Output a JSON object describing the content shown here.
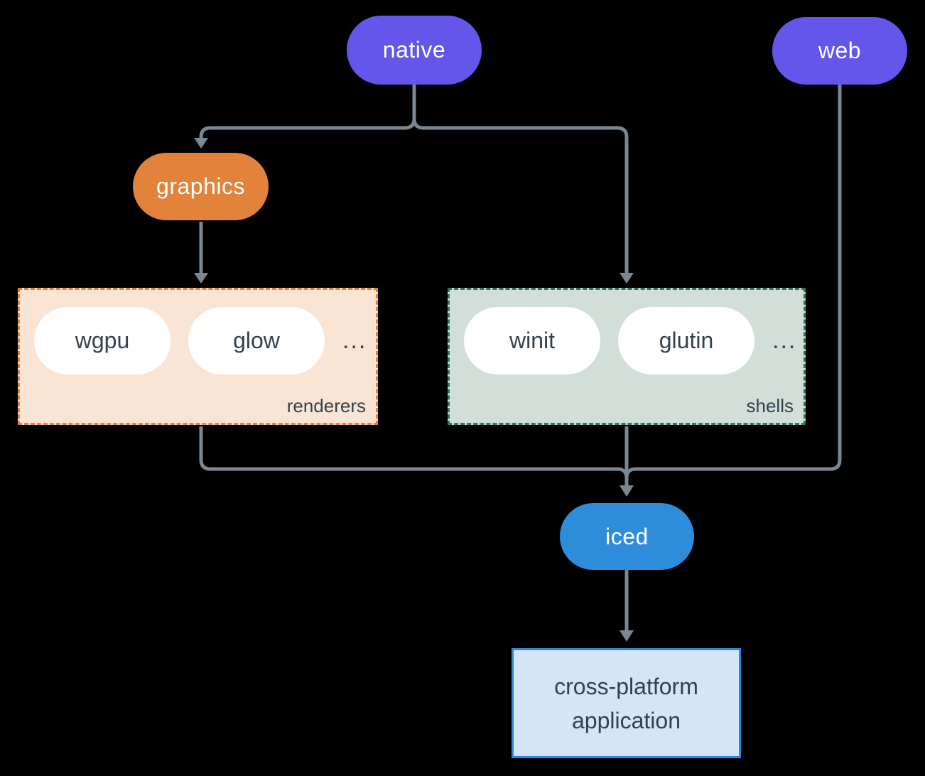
{
  "colors": {
    "background": "#000000",
    "purple": "#6456EB",
    "orange": "#E2823B",
    "blue": "#2E8DDB",
    "renderers_fill": "#FAE5D5",
    "renderers_border": "#E0813C",
    "shells_fill": "#D2DFD9",
    "shells_border": "#2E7264",
    "app_fill": "#D3E5F6",
    "app_border": "#2E87DB",
    "pill_fill_white": "#FFFFFF",
    "pill_text_dark": "#33414F",
    "connector": "#7B8894"
  },
  "nodes": {
    "native": "native",
    "web": "web",
    "graphics": "graphics",
    "iced": "iced",
    "app": "cross-platform application"
  },
  "renderers": {
    "label": "renderers",
    "items": [
      "wgpu",
      "glow"
    ],
    "ellipsis": "..."
  },
  "shells": {
    "label": "shells",
    "items": [
      "winit",
      "glutin"
    ],
    "ellipsis": "..."
  }
}
